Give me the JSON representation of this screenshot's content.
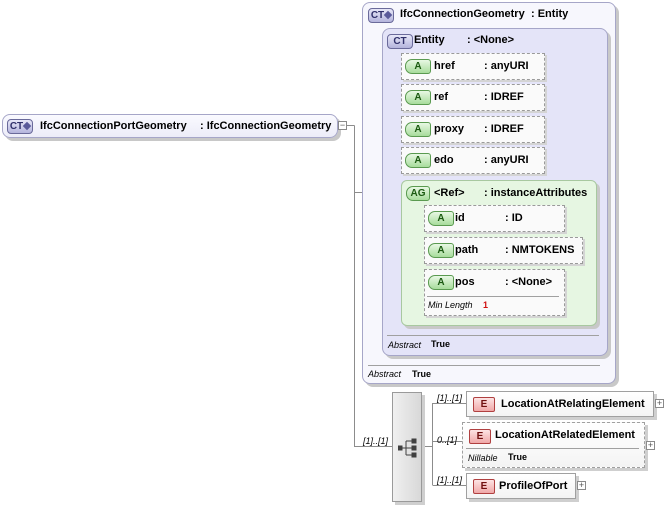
{
  "root": {
    "badge": "CT",
    "name": "IfcConnectionPortGeometry",
    "type": ": IfcConnectionGeometry"
  },
  "base_type": {
    "badge": "CT",
    "name": "IfcConnectionGeometry",
    "type": ": Entity",
    "abstract_label": "Abstract",
    "abstract_value": "True"
  },
  "entity": {
    "badge": "CT",
    "name": "Entity",
    "type": ": <None>",
    "abstract_label": "Abstract",
    "abstract_value": "True",
    "attributes": [
      {
        "badge": "A",
        "name": "href",
        "type": ": anyURI"
      },
      {
        "badge": "A",
        "name": "ref",
        "type": ": IDREF"
      },
      {
        "badge": "A",
        "name": "proxy",
        "type": ": IDREF"
      },
      {
        "badge": "A",
        "name": "edo",
        "type": ": anyURI"
      }
    ]
  },
  "attribute_group": {
    "badge": "AG",
    "name": "<Ref>",
    "type": ": instanceAttributes",
    "attributes": [
      {
        "badge": "A",
        "name": "id",
        "type": ": ID"
      },
      {
        "badge": "A",
        "name": "path",
        "type": ": NMTOKENS"
      },
      {
        "badge": "A",
        "name": "pos",
        "type": ": <None>",
        "prop_label": "Min Length",
        "prop_value": "1"
      }
    ]
  },
  "sequence": {
    "cardinality": "[1]..[1]",
    "elements": [
      {
        "badge": "E",
        "name": "LocationAtRelatingElement",
        "cardinality": "[1]..[1]"
      },
      {
        "badge": "E",
        "name": "LocationAtRelatedElement",
        "cardinality": "0..[1]",
        "prop_label": "Nillable",
        "prop_value": "True"
      },
      {
        "badge": "E",
        "name": "ProfileOfPort",
        "cardinality": "[1]..[1]"
      }
    ]
  },
  "icons": {
    "expand": "+",
    "collapse": "−"
  },
  "colors": {
    "complex_type": "#e4e4f8",
    "attribute_group": "#e6f6e2",
    "element_badge": "#f0a8a8"
  }
}
